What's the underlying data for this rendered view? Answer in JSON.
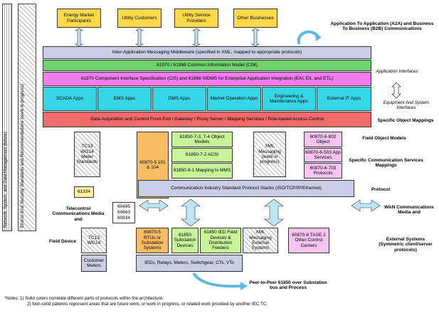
{
  "stakeholders": [
    "Energy Market Participants",
    "Utility Customers",
    "Utility Service Providers",
    "Other Businesses"
  ],
  "a2a_label": "Application To Application (A2A) and Business To Business (B2B) Communications",
  "bands": {
    "middleware": "Inter-Application Messaging Middleware (specified in XML; mapped to appropriate protocols)",
    "cim": "61970 / 61968 Common Information Model (CIM)",
    "cis": "61970 Component Interface Specification (CIS) and 61968 SIDMS for Enterprise Application Integration (EAI, EII, and ETL)",
    "frontend": "Data Acquisition and Control Front-End / Gateway / Proxy Server / Mapping Services / Role-based Access Control"
  },
  "apps": [
    "SCADA Apps",
    "EMS Apps",
    "DMS Apps",
    "Market Operation Apps",
    "Engineering & Maintenance Apps",
    "External IT Apps"
  ],
  "side_labels": {
    "app_interfaces": "Application Interfaces",
    "equipment_interfaces": "Equipment And System Interfaces",
    "specific_object_mappings": "Specific Object Mappings",
    "field_object_models": "Field Object Models",
    "specific_comm_mappings": "Specific Communication Services Mappings",
    "protocol": "Protocol",
    "wan": "WAN Communications Media and",
    "external_systems": "External Systems (Symmetric client/server protocols)",
    "telecontrol": "Telecontrol Communications Media and",
    "field_device": "Field Device"
  },
  "vertical_labels": {
    "network_mgmt": "Network, System, and Data Management (future)",
    "security": "End-to-End Security Standards and Recommendations (work in progress)"
  },
  "middle": {
    "tc13_upper": "TC13 WG14 Meter Standards",
    "iec60870_5_upper": "60870-5 101 & 104",
    "iec61850_object_models": "61850-7-3, 7-4 Object Models",
    "iec61850_acsi": "61850-7-2 ACSI",
    "iec61850_mms": "61850-8-1 Mapping to MMS",
    "xml_messaging_upper": "XML Messaging (work in progress)",
    "tase2_object": "60870-6-802 Object",
    "tase2_app_services": "60870-6-503 App Services",
    "tase2_protocols": "60870-6-703 Protocols",
    "iec61334": "61334",
    "comm_stacks": "Communication Industry Standard Protocol Stacks (ISO/TCP/IP/Ethernet)",
    "telecontrol_standards": [
      "60495",
      "60663",
      "60834"
    ]
  },
  "field": {
    "tc13_lower": "TC13 WG14",
    "rtu": "60870-5 RTUs or Substation Systems",
    "substation_devices": "61850 Substation Devices",
    "ied_feeders": "61850 IED Field Devices & Distribution Feeders",
    "xml_external": "XML Messaging External Systems",
    "tase2_centers": "60870-6 TASE.2 Other Control Centers",
    "customer_meters": "Customer Meters",
    "ieds": "IEDs, Relays, Meters, Switchgear, CTs, VTs"
  },
  "peer_label": "Peer-to-Peer 61850 over Substation bus and Process",
  "notes": [
    "*Notes: 1) Solid colors correlate different parts of protocols within the architecture.",
    "2) Non-solid patterns represent areas that are future work, or work in progress, or related work provided by another IEC TC."
  ],
  "colors": {
    "yellow": "#ffd94a",
    "lavender": "#c9cde6",
    "green": "#6fd36f",
    "magenta": "#f07cf0",
    "cyan": "#35d7e6",
    "red": "#f26a6a",
    "orange": "#fbbd63",
    "light_green": "#c8f49a",
    "pink": "#f7c4f2"
  }
}
